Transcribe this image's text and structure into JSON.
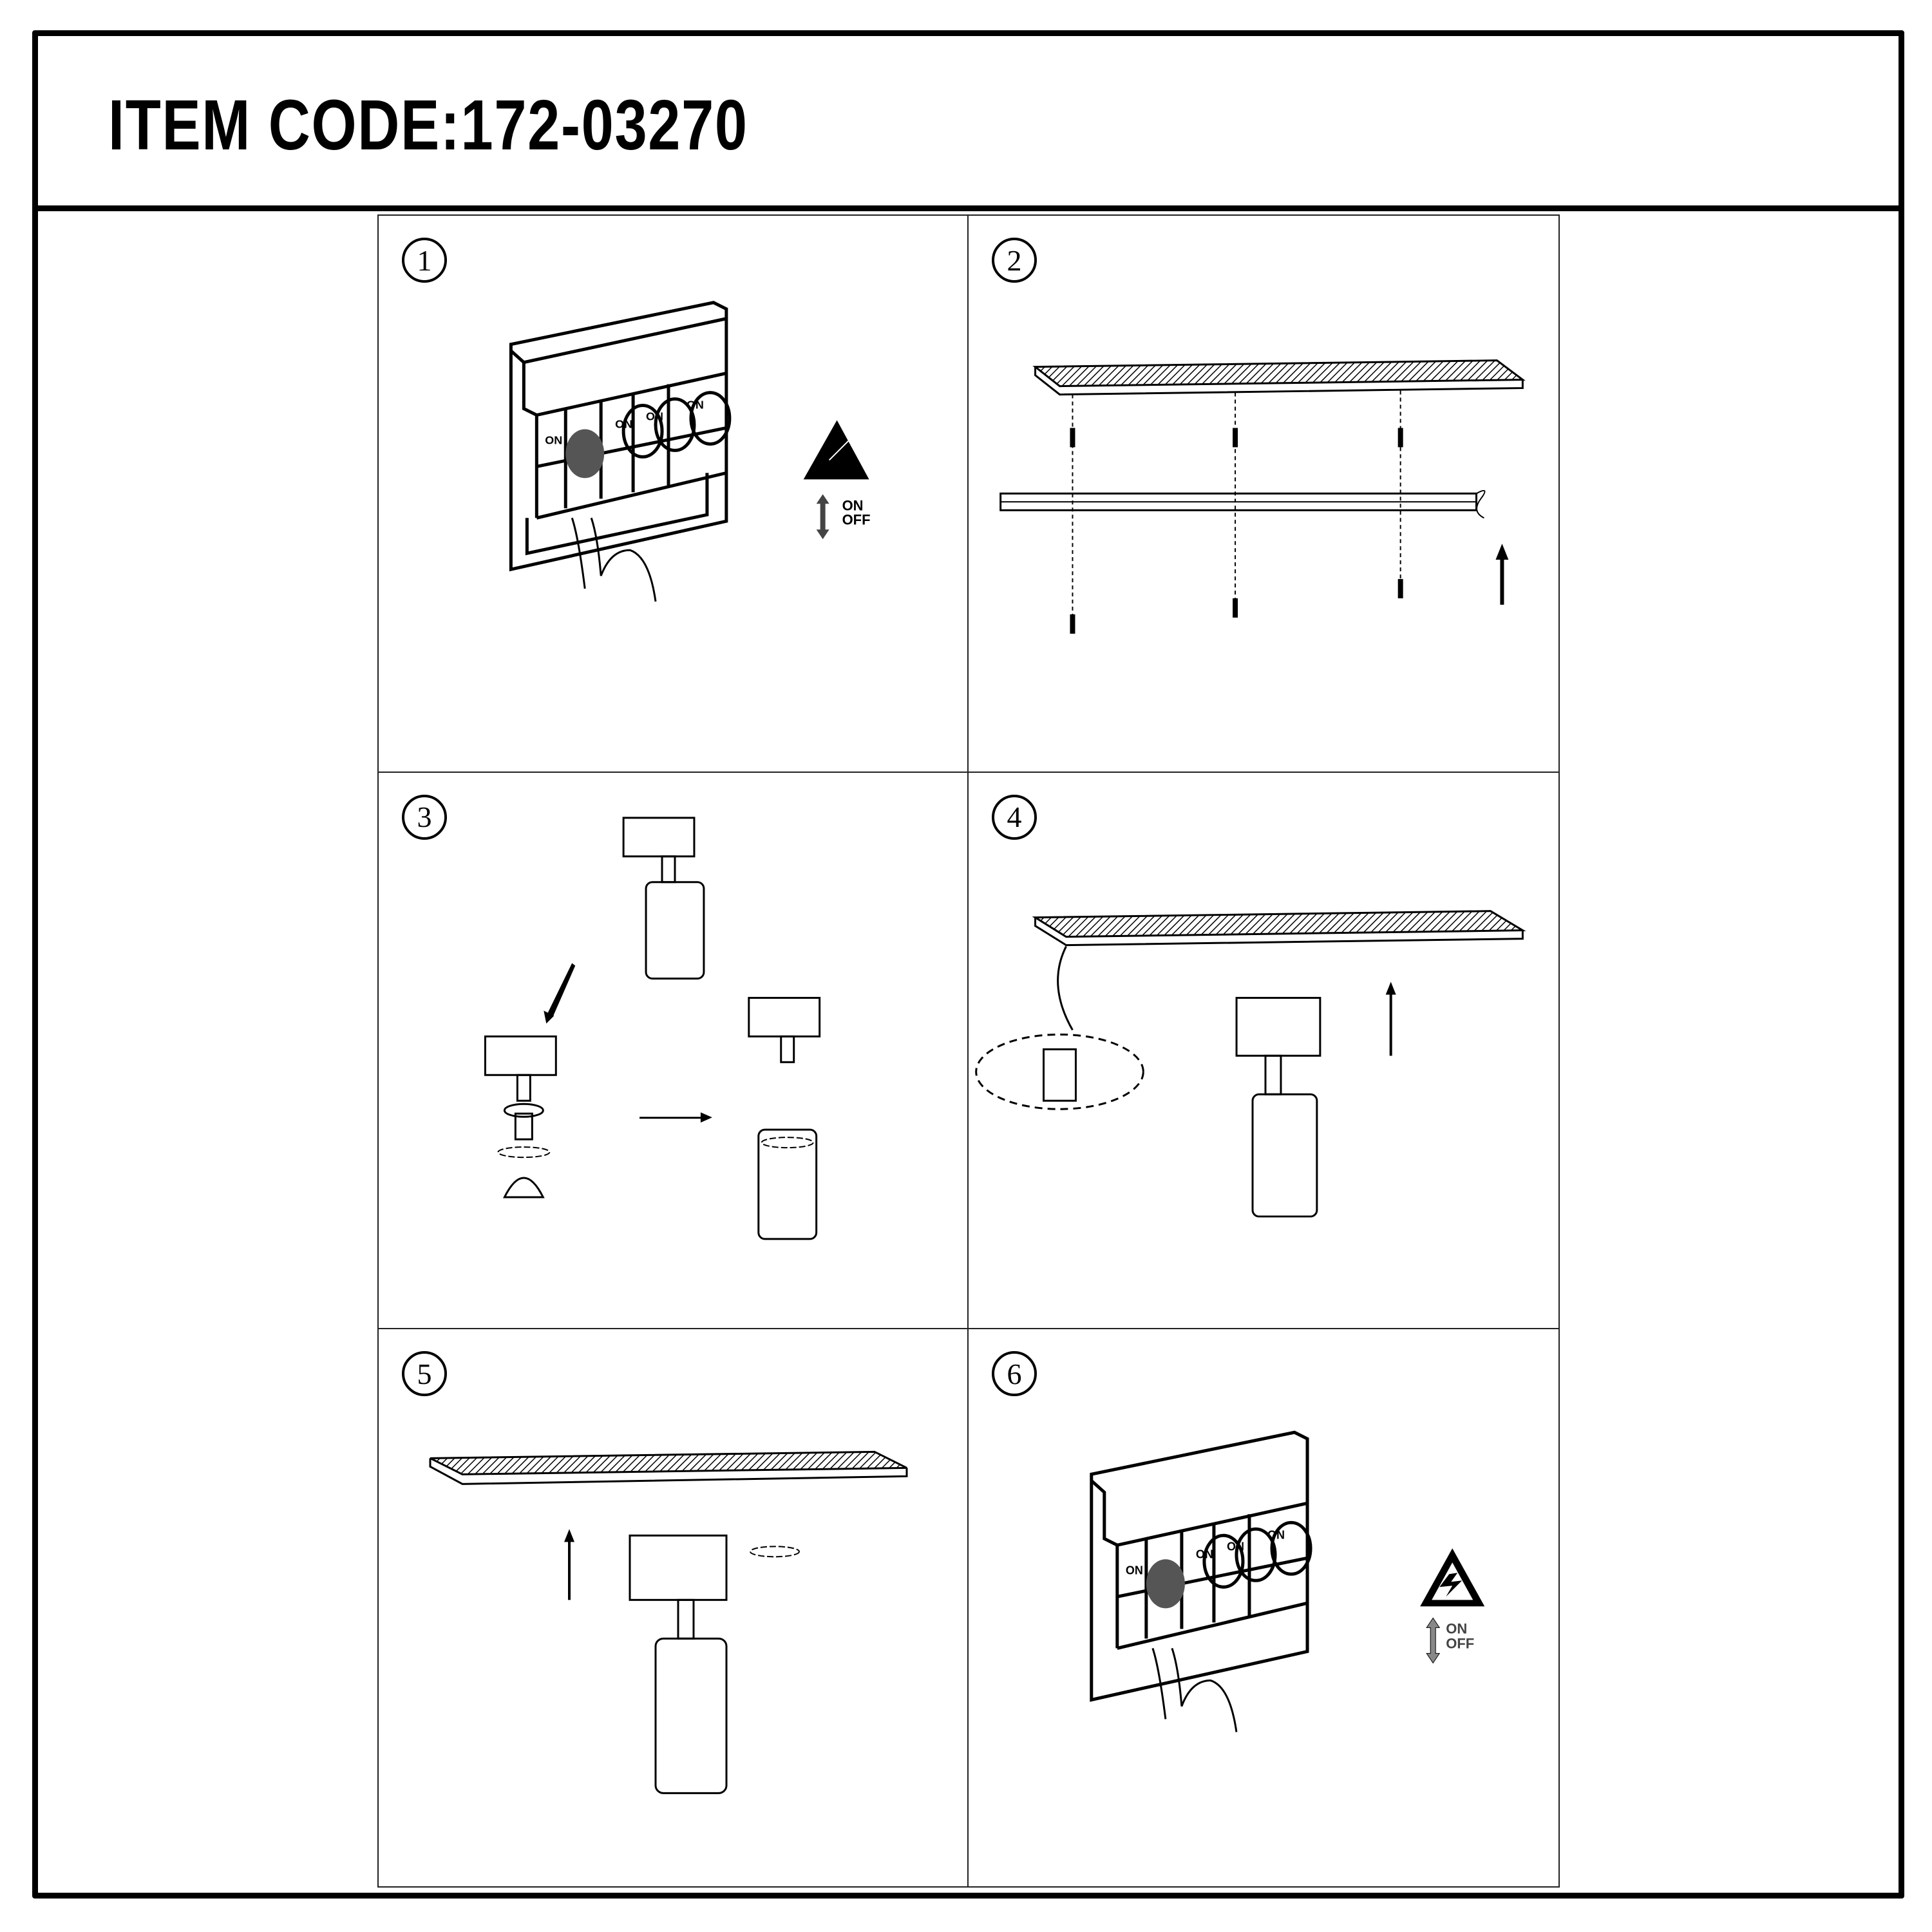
{
  "header": {
    "title": "ITEM CODE:172-03270"
  },
  "steps": [
    {
      "number": "1",
      "label_on": "ON",
      "label_off": "OFF",
      "switch_labels": [
        "ON",
        "ON",
        "ON",
        "ON"
      ],
      "icon": "warning-triangle-icon"
    },
    {
      "number": "2"
    },
    {
      "number": "3"
    },
    {
      "number": "4"
    },
    {
      "number": "5"
    },
    {
      "number": "6",
      "label_on": "ON",
      "label_off": "OFF",
      "switch_labels": [
        "ON",
        "ON",
        "ON",
        "ON"
      ],
      "icon": "high-voltage-icon"
    }
  ],
  "colors": {
    "ink": "#000000",
    "paper": "#ffffff",
    "rule": "#222222"
  }
}
